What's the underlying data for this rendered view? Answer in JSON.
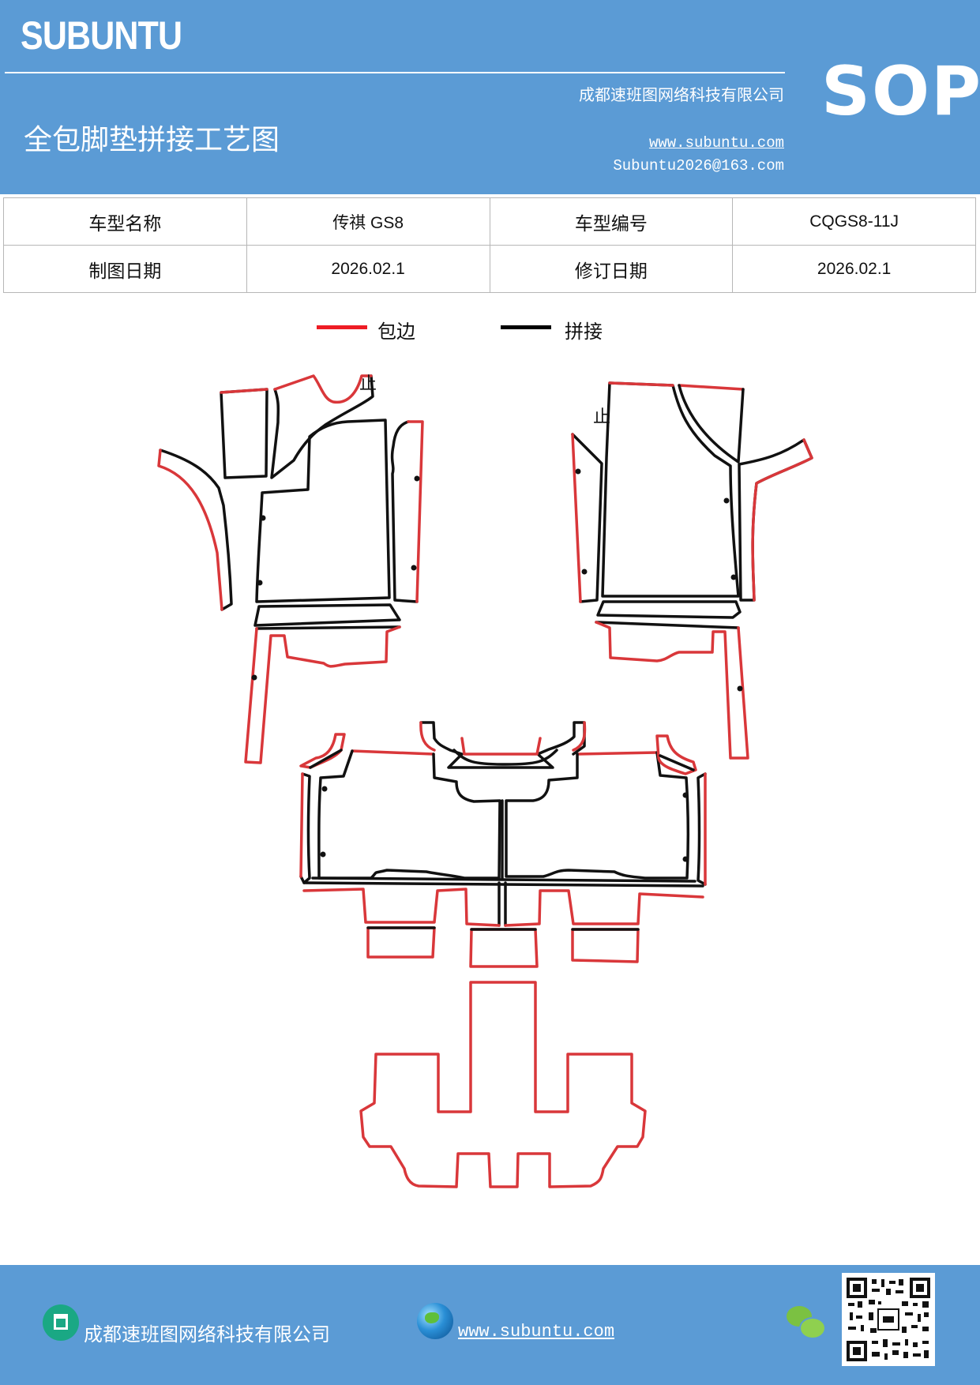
{
  "header": {
    "brand": "SUBUNTU",
    "sop": "SOP",
    "company": "成都速班图网络科技有限公司",
    "title": "全包脚垫拼接工艺图",
    "website": "www.subuntu.com",
    "email": "Subuntu2026@163.com"
  },
  "info_table": {
    "row1": {
      "label1": "车型名称",
      "value1": "传祺 GS8",
      "label2": "车型编号",
      "value2": "CQGS8-11J"
    },
    "row2": {
      "label1": "制图日期",
      "value1": "2026.02.1",
      "label2": "修订日期",
      "value2": "2026.02.1"
    }
  },
  "legend": {
    "items": [
      {
        "label": "包边",
        "color": "#ee1c24"
      },
      {
        "label": "拼接",
        "color": "#000000"
      }
    ]
  },
  "diagram": {
    "stop_marks": [
      "止",
      "止"
    ],
    "edge_color": "#d9373a",
    "seam_color": "#111111"
  },
  "footer": {
    "company": "成都速班图网络科技有限公司",
    "website": "www.subuntu.com",
    "icons": [
      "building-icon",
      "globe-icon",
      "wechat-icon",
      "qr-code"
    ]
  },
  "colors": {
    "header_bg": "#5b9bd5",
    "footer_bg": "#5b9bd5"
  }
}
